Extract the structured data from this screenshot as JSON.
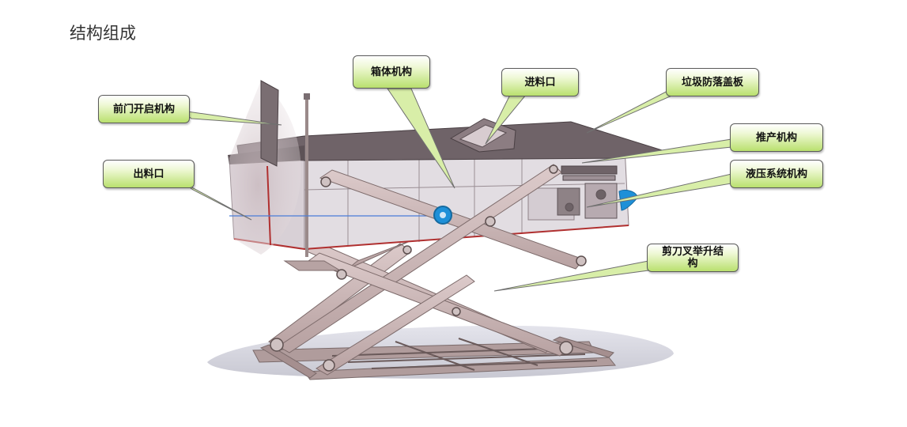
{
  "title": "结构组成",
  "labels": {
    "front_door": "前门开启机构",
    "box": "箱体机构",
    "inlet": "进料口",
    "cover": "垃圾防落盖板",
    "outlet": "出料口",
    "push": "推产机构",
    "hydraulic": "液压系统机构",
    "scissor_line1": "剪刀叉举升结",
    "scissor_line2": "构"
  },
  "colors": {
    "callout_fill": "#b9e06e",
    "frame": "#c6aeae",
    "box_body": "#ddd8dc",
    "cover_plate": "#6f6368",
    "accent_blue": "#1e90d8",
    "seal_red": "#b03030"
  }
}
